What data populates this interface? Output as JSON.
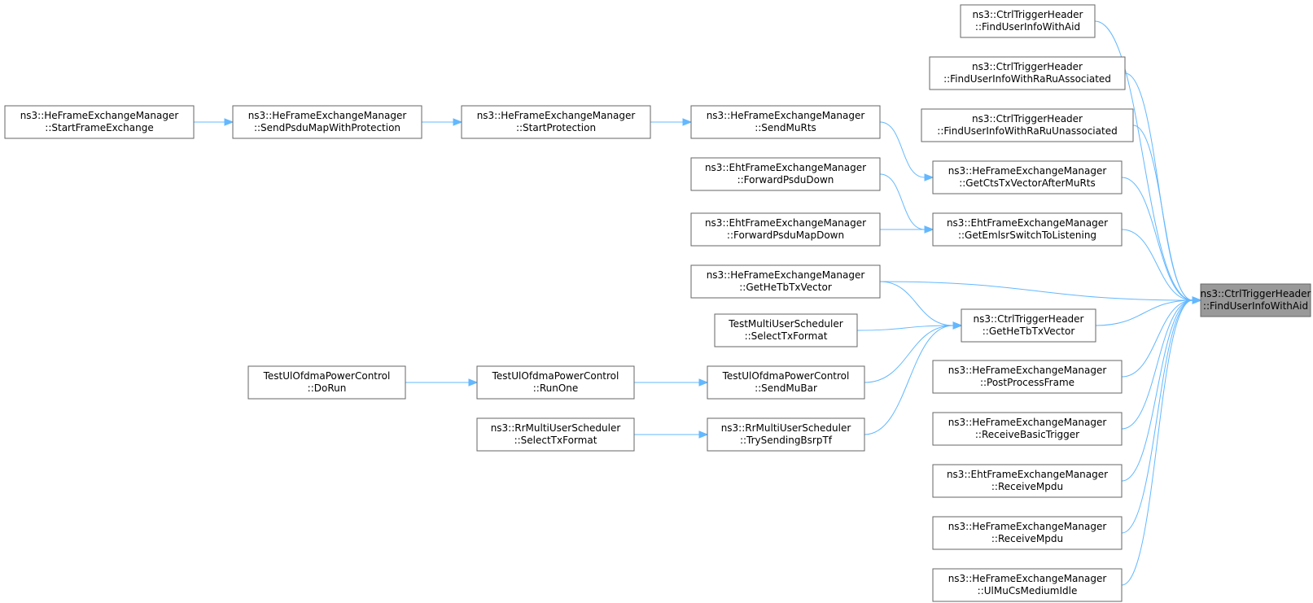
{
  "diagram": {
    "type": "call-graph",
    "colors": {
      "edge": "#63b8ff",
      "node_border": "#666666",
      "focus_fill": "#999999",
      "node_fill": "#ffffff"
    },
    "nodes": [
      {
        "id": "focus",
        "line1": "ns3::CtrlTriggerHeader",
        "line2": "::FindUserInfoWithAid",
        "focus": true
      },
      {
        "id": "n1",
        "line1": "ns3::CtrlTriggerHeader",
        "line2": "::FindUserInfoWithAid"
      },
      {
        "id": "n2",
        "line1": "ns3::CtrlTriggerHeader",
        "line2": "::FindUserInfoWithRaRuAssociated"
      },
      {
        "id": "n3",
        "line1": "ns3::CtrlTriggerHeader",
        "line2": "::FindUserInfoWithRaRuUnassociated"
      },
      {
        "id": "n4",
        "line1": "ns3::HeFrameExchangeManager",
        "line2": "::GetCtsTxVectorAfterMuRts"
      },
      {
        "id": "n5",
        "line1": "ns3::EhtFrameExchangeManager",
        "line2": "::GetEmlsrSwitchToListening"
      },
      {
        "id": "n6",
        "line1": "ns3::HeFrameExchangeManager",
        "line2": "::GetHeTbTxVector"
      },
      {
        "id": "n7",
        "line1": "ns3::CtrlTriggerHeader",
        "line2": "::GetHeTbTxVector"
      },
      {
        "id": "n8",
        "line1": "ns3::HeFrameExchangeManager",
        "line2": "::PostProcessFrame"
      },
      {
        "id": "n9",
        "line1": "ns3::HeFrameExchangeManager",
        "line2": "::ReceiveBasicTrigger"
      },
      {
        "id": "n10",
        "line1": "ns3::EhtFrameExchangeManager",
        "line2": "::ReceiveMpdu"
      },
      {
        "id": "n11",
        "line1": "ns3::HeFrameExchangeManager",
        "line2": "::ReceiveMpdu"
      },
      {
        "id": "n12",
        "line1": "ns3::HeFrameExchangeManager",
        "line2": "::UlMuCsMediumIdle"
      },
      {
        "id": "n13",
        "line1": "ns3::HeFrameExchangeManager",
        "line2": "::SendMuRts"
      },
      {
        "id": "n14",
        "line1": "ns3::EhtFrameExchangeManager",
        "line2": "::ForwardPsduDown"
      },
      {
        "id": "n15",
        "line1": "ns3::EhtFrameExchangeManager",
        "line2": "::ForwardPsduMapDown"
      },
      {
        "id": "n16",
        "line1": "TestMultiUserScheduler",
        "line2": "::SelectTxFormat"
      },
      {
        "id": "n17",
        "line1": "TestUlOfdmaPowerControl",
        "line2": "::SendMuBar"
      },
      {
        "id": "n18",
        "line1": "ns3::RrMultiUserScheduler",
        "line2": "::TrySendingBsrpTf"
      },
      {
        "id": "n19",
        "line1": "ns3::HeFrameExchangeManager",
        "line2": "::StartProtection"
      },
      {
        "id": "n20",
        "line1": "ns3::HeFrameExchangeManager",
        "line2": "::SendPsduMapWithProtection"
      },
      {
        "id": "n21",
        "line1": "ns3::HeFrameExchangeManager",
        "line2": "::StartFrameExchange"
      },
      {
        "id": "n22",
        "line1": "TestUlOfdmaPowerControl",
        "line2": "::RunOne"
      },
      {
        "id": "n23",
        "line1": "TestUlOfdmaPowerControl",
        "line2": "::DoRun"
      },
      {
        "id": "n24",
        "line1": "ns3::RrMultiUserScheduler",
        "line2": "::SelectTxFormat"
      }
    ],
    "edges": [
      {
        "from": "n1",
        "to": "focus"
      },
      {
        "from": "n2",
        "to": "focus"
      },
      {
        "from": "n3",
        "to": "focus"
      },
      {
        "from": "n4",
        "to": "focus"
      },
      {
        "from": "n5",
        "to": "focus"
      },
      {
        "from": "n6",
        "to": "focus"
      },
      {
        "from": "n7",
        "to": "focus"
      },
      {
        "from": "n8",
        "to": "focus"
      },
      {
        "from": "n9",
        "to": "focus"
      },
      {
        "from": "n10",
        "to": "focus"
      },
      {
        "from": "n11",
        "to": "focus"
      },
      {
        "from": "n12",
        "to": "focus"
      },
      {
        "from": "n13",
        "to": "n4"
      },
      {
        "from": "n14",
        "to": "n5"
      },
      {
        "from": "n15",
        "to": "n5"
      },
      {
        "from": "n6",
        "to": "n7"
      },
      {
        "from": "n16",
        "to": "n7"
      },
      {
        "from": "n17",
        "to": "n7"
      },
      {
        "from": "n18",
        "to": "n7"
      },
      {
        "from": "n19",
        "to": "n13"
      },
      {
        "from": "n20",
        "to": "n19"
      },
      {
        "from": "n21",
        "to": "n20"
      },
      {
        "from": "n22",
        "to": "n17"
      },
      {
        "from": "n23",
        "to": "n22"
      },
      {
        "from": "n24",
        "to": "n18"
      }
    ]
  }
}
